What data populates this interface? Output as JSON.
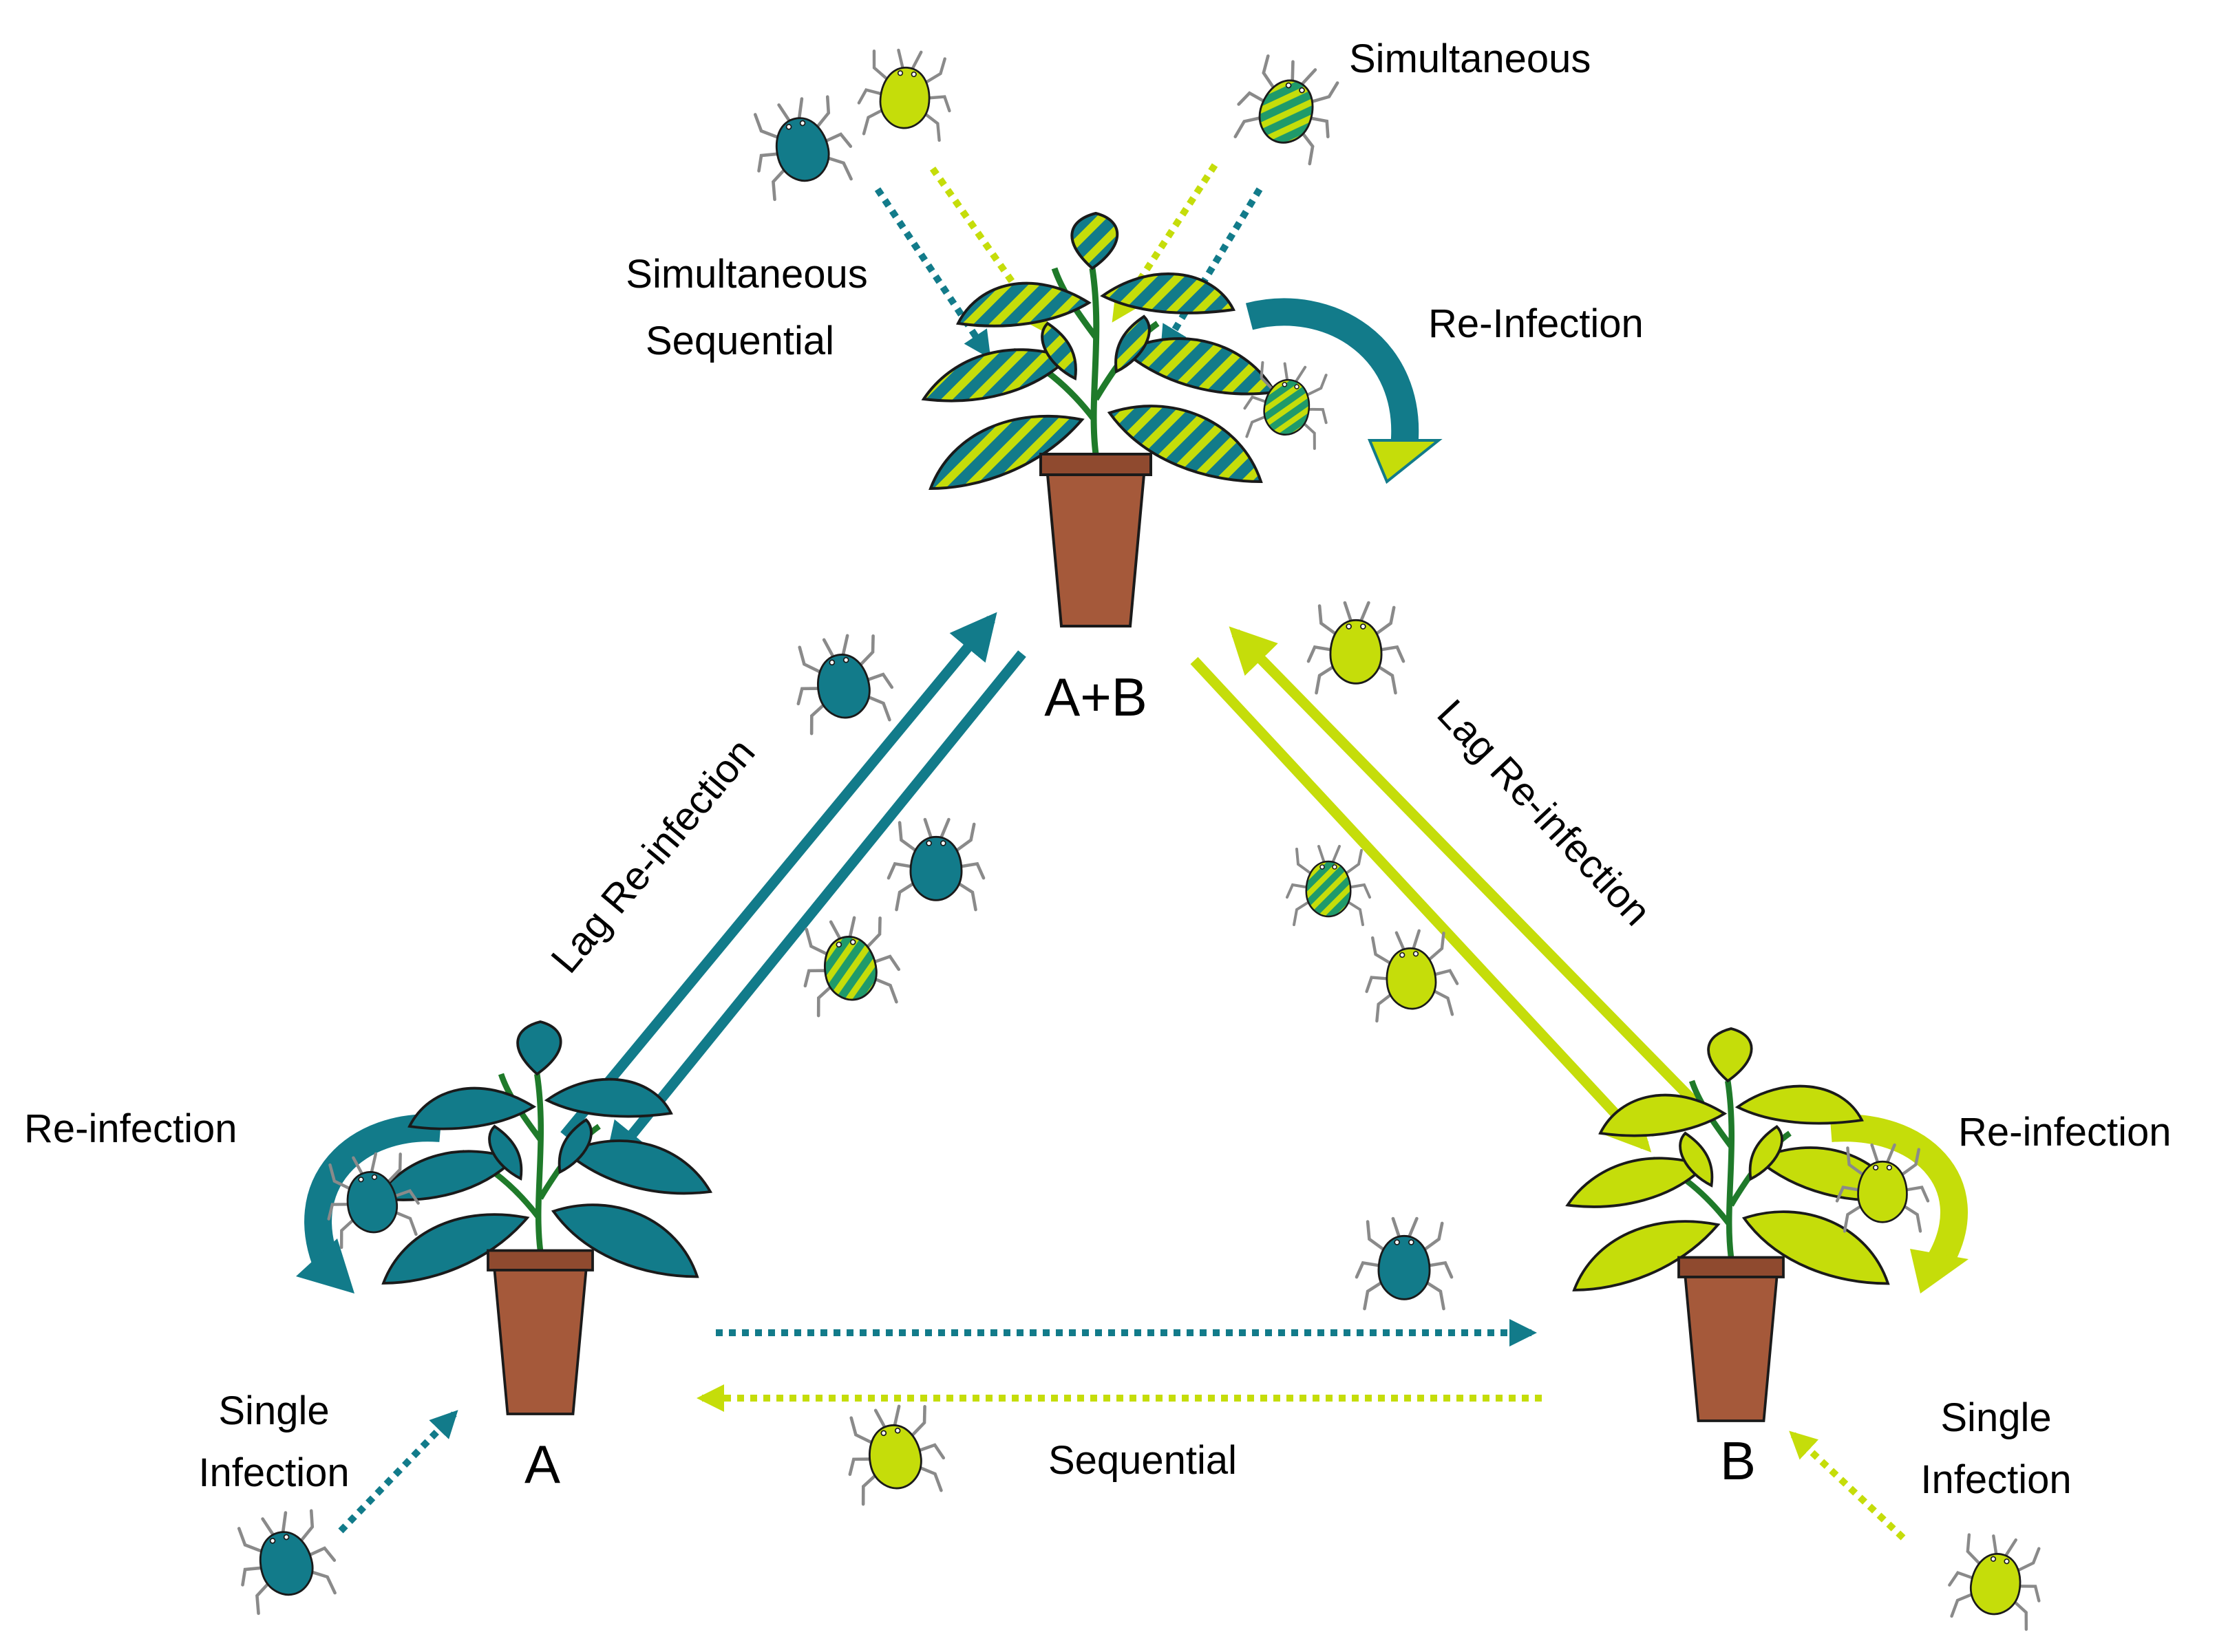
{
  "colors": {
    "virus_a": "#127b8a",
    "virus_b": "#c5dd0a",
    "pot": "#a5593a",
    "pot_rim": "#8f4a2f",
    "stem": "#1f7a2a",
    "aphid_leg": "#8a8a8a",
    "outline": "#1a1a1a"
  },
  "nodes": {
    "ab": {
      "label": "A+B",
      "plant_fill": "striped-ab"
    },
    "a": {
      "label": "A",
      "plant_fill": "virus_a"
    },
    "b": {
      "label": "B",
      "plant_fill": "virus_b"
    }
  },
  "labels": {
    "simultaneous_top": "Simultaneous",
    "simultaneous_left": "Simultaneous",
    "sequential_left": "Sequential",
    "reinfection_ab": "Re-Infection",
    "lag_left": "Lag Re-infection",
    "lag_right": "Lag Re-infection",
    "reinfection_a": "Re-infection",
    "reinfection_b": "Re-infection",
    "single_a_1": "Single",
    "single_a_2": "Infection",
    "single_b_1": "Single",
    "single_b_2": "Infection",
    "sequential_bottom": "Sequential"
  },
  "icons": {
    "plant": "potted-plant-icon",
    "aphid": "aphid-icon",
    "cycle_arrow": "curved-arrow-icon"
  }
}
